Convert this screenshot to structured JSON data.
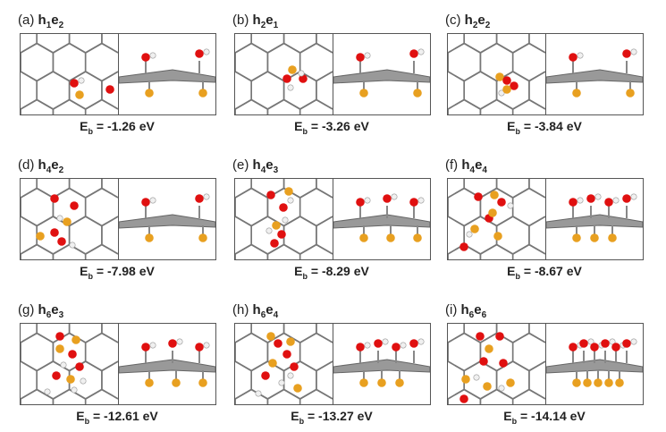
{
  "panels": [
    {
      "tag": "(a)",
      "h": "1",
      "e": "2",
      "energy": "-1.26 eV"
    },
    {
      "tag": "(b)",
      "h": "2",
      "e": "1",
      "energy": "-3.26 eV"
    },
    {
      "tag": "(c)",
      "h": "2",
      "e": "2",
      "energy": "-3.84 eV"
    },
    {
      "tag": "(d)",
      "h": "4",
      "e": "2",
      "energy": "-7.98 eV"
    },
    {
      "tag": "(e)",
      "h": "4",
      "e": "3",
      "energy": "-8.29 eV"
    },
    {
      "tag": "(f)",
      "h": "4",
      "e": "4",
      "energy": "-8.67 eV"
    },
    {
      "tag": "(g)",
      "h": "6",
      "e": "3",
      "energy": "-12.61 eV"
    },
    {
      "tag": "(h)",
      "h": "6",
      "e": "4",
      "energy": "-13.27 eV"
    },
    {
      "tag": "(i)",
      "h": "6",
      "e": "6",
      "energy": "-14.14 eV"
    }
  ],
  "energy_symbol": "E",
  "energy_subscript": "b",
  "energy_eq": " = ",
  "h_letter": "h",
  "e_letter": "e",
  "colors": {
    "oxygen": "#e01010",
    "sulfur_like": "#e8a020",
    "hydrogen": "#f0f0f0",
    "carbon": "#888888"
  }
}
